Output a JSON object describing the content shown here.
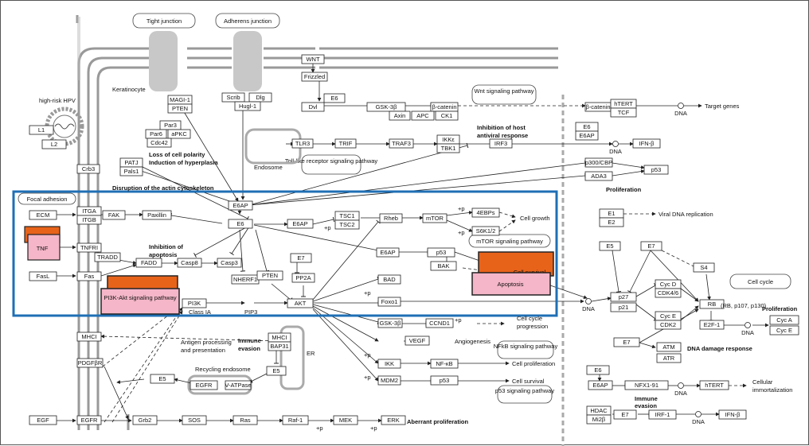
{
  "boxes": {
    "tight_junction": "Tight junction",
    "adherens_junction": "Adherens junction",
    "wnt_pathway": "Wnt signaling pathway",
    "tlr_pathway": "Toll-like receptor signaling pathway",
    "mtor_pathway": "mTOR signaling pathway",
    "focal_adhesion": "Focal adhesion",
    "pi3k_akt_pathway": "PI3K-Akt signaling pathway",
    "cell_survival_box": "Cell survival",
    "apoptosis_box": "Apoptosis",
    "nfkb_pathway": "NFkB signaling pathway",
    "p53_pathway": "p53 signaling pathway",
    "cell_cycle": "Cell cycle"
  },
  "labels": {
    "keratinocyte": "Keratinocyte",
    "hpv": "high-risk HPV",
    "loss_polarity_1": "Loss of cell polarity",
    "loss_polarity_2": "Induction of hyperplasia",
    "disruption": "Disruption of the actin cytoskeleton",
    "endosome": "Endosome",
    "inhibition_host_1": "Inhibition of host",
    "inhibition_host_2": "antiviral response",
    "inhibition_apoptosis_1": "Inhibition of",
    "inhibition_apoptosis_2": "apoptosis",
    "proliferation": "Proliferation",
    "proliferation2": "Proliferation",
    "cell_growth": "Cell growth",
    "target_genes": "Target genes",
    "viral_dna": "Viral DNA replication",
    "cell_cycle_prog_1": "Cell cycle",
    "cell_cycle_prog_2": "progression",
    "angiogenesis": "Angiogenesis",
    "cell_proliferation": "Cell proliferation",
    "cell_survival": "Cell survival",
    "antigen_1": "Antigen processing",
    "antigen_2": "and presentation",
    "immune_evasion_1": "Immune",
    "immune_evasion_2": "evasion",
    "er": "ER",
    "recycling": "Recycling endosome",
    "dna_damage": "DNA damage response",
    "cellular_immortal_1": "Cellular",
    "cellular_immortal_2": "immortalization",
    "immune_evasion2_1": "Immune",
    "immune_evasion2_2": "evasion",
    "aberrant": "Aberrant proliferation",
    "rb_family": "(RB, p107, p130)",
    "class_ia": "Class IA",
    "pip3": "PIP3",
    "plus_p": "+p",
    "dna": "DNA"
  },
  "genes": {
    "L1": "L1",
    "L2": "L2",
    "MAGI1": "MAGI-1",
    "PTEN_top": "PTEN",
    "Par3": "Par3",
    "Par6": "Par6",
    "aPKC": "aPKC",
    "Cdc42": "Cdc42",
    "Scrib": "Scrib",
    "Dlg": "Dlg",
    "Hugl1": "Hugl-1",
    "WNT": "WNT",
    "Frizzled": "Frizzled",
    "Dvl": "Dvl",
    "E6_wnt": "E6",
    "GSK3b": "GSK-3β",
    "bcatenin": "β-catenin",
    "Axin": "Axin",
    "APC": "APC",
    "CK1": "CK1",
    "bcatenin2": "β-catenin",
    "hTERT": "hTERT",
    "TCF": "TCF",
    "E6_tcf": "E6",
    "E6AP_tcf": "E6AP",
    "TLR3": "TLR3",
    "TRIF": "TRIF",
    "TRAF3": "TRAF3",
    "IKKe": "IKKε",
    "TBK1": "TBK1",
    "IRF3": "IRF3",
    "IFNb": "IFN-β",
    "p300": "p300/CBP",
    "ADA3": "ADA3",
    "p53_top": "p53",
    "Crb3": "Crb3",
    "PATJ": "PATJ",
    "Pals1": "Pals1",
    "ECM": "ECM",
    "ITGA": "ITGA",
    "ITGB": "ITGB",
    "FAK": "FAK",
    "Paxillin": "Paxillin",
    "E6AP_1": "E6AP",
    "E6_1": "E6",
    "E6AP_2": "E6AP",
    "TSC1": "TSC1",
    "TSC2": "TSC2",
    "Rheb": "Rheb",
    "mTOR": "mTOR",
    "4EBPs": "4EBPs",
    "S6K12": "S6K1/2",
    "TNF": "TNF",
    "TNFR1": "TNFRI",
    "TRADD": "TRADD",
    "FADD": "FADD",
    "Casp8": "Casp8",
    "Casp3": "Casp3",
    "FasL": "FasL",
    "Fas": "Fas",
    "NHERF1": "NHERF1",
    "PTEN": "PTEN",
    "E7_pp2a": "E7",
    "PP2A": "PP2A",
    "PI3K": "PI3K",
    "AKT": "AKT",
    "E6AP_3": "E6AP",
    "p53_mid": "p53",
    "BAK": "BAK",
    "BAD": "BAD",
    "Foxo1": "Foxo1",
    "GSK3b_2": "GSK-3β",
    "CCND1": "CCND1",
    "VEGF": "VEGF",
    "IKK": "IKK",
    "NFkB": "NF-κB",
    "MDM2": "MDM2",
    "p53_bot": "p53",
    "MHCI": "MHCI",
    "MHCI_2": "MHCI",
    "BAP31": "BAP31",
    "PDGFbR": "PDGFβR",
    "E5_1": "E5",
    "E5_2": "E5",
    "EGFR_e": "EGFR",
    "VATPase": "V-ATPase",
    "EGF": "EGF",
    "EGFR": "EGFR",
    "Grb2": "Grb2",
    "SOS": "SOS",
    "Ras": "Ras",
    "Raf1": "Raf-1",
    "MEK": "MEK",
    "ERK": "ERK",
    "E1": "E1",
    "E2": "E2",
    "E5_cc": "E5",
    "E7_cc": "E7",
    "S4": "S4",
    "p27": "p27",
    "p21": "p21",
    "CycD": "Cyc D",
    "CDK46": "CDK4/6",
    "CycE": "Cyc E",
    "CDK2": "CDK2",
    "RB": "RB",
    "E2F1": "E2F-1",
    "CycA": "Cyc A",
    "CycE2": "Cyc E",
    "E7_atm": "E7",
    "ATM": "ATM",
    "ATR": "ATR",
    "E6_ht": "E6",
    "E6AP_ht": "E6AP",
    "NFX191": "NFX1-91",
    "hTERT_2": "hTERT",
    "HDAC": "HDAC",
    "Mi2b": "Mi2β",
    "E7_irf": "E7",
    "IRF1": "IRF-1",
    "IFNb2": "IFN-β"
  },
  "colors": {
    "highlight_blue": "#1f6fb5",
    "orange": "#e8631a",
    "pink": "#f4b6c8"
  }
}
